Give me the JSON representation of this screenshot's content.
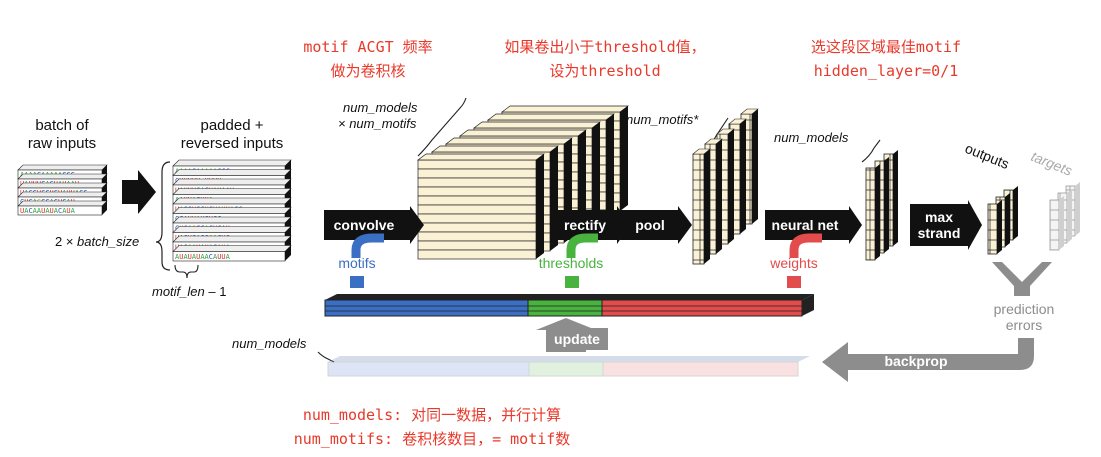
{
  "annotations": {
    "top1_l1": "motif ACGT 频率",
    "top1_l2": "做为卷积核",
    "top2_l1": "如果卷出小于threshold值，",
    "top2_l2": "设为threshold",
    "top3_l1": "选这段区域最佳motif",
    "top3_l2": "hidden_layer=0/1",
    "bottom_l1": "num_models: 对同一数据，并行计算",
    "bottom_l2": "num_motifs: 卷积核数目，= motif数"
  },
  "labels": {
    "batch_l1": "batch of",
    "batch_l2": "raw inputs",
    "padded_l1": "padded +",
    "padded_l2": "reversed inputs",
    "batch_size_prefix": "2 × ",
    "batch_size_var": "batch_size",
    "motif_len": "motif_len",
    "motif_len_suffix": " – 1",
    "num_models_1": "num_models",
    "num_motifs_1": "× num_motifs",
    "num_motifs_star": "num_motifs*",
    "num_models_2": "num_models",
    "outputs": "outputs",
    "targets": "targets",
    "num_models_3": "num_models",
    "prediction_l1": "prediction",
    "prediction_l2": "errors"
  },
  "steps": {
    "convolve": "convolve",
    "rectify": "rectify",
    "pool": "pool",
    "neural_net": "neural net",
    "max_l1": "max",
    "max_l2": "strand",
    "update": "update",
    "backprop": "backprop"
  },
  "params": {
    "motifs": "motifs",
    "thresholds": "thresholds",
    "weights": "weights"
  },
  "sequences": {
    "raw": [
      "AAAACAAAAACCC",
      "UAUUUCACUAUAAU",
      "UACCUCCUCUAUUACC",
      "CUCAGCCACUCAU",
      "UACAAUAUACAUA"
    ],
    "padded": [
      "AAAACAAAAACCC",
      "CUUUUU.UUUU",
      "UAUUUCACUAUAAU",
      "AAUUACUUA.",
      "UACCUCCUCUAUUACC",
      "CCAUUAUCUCC",
      "CUCAGCCACUCAU",
      "UACUCACCGACUC",
      "UACAAUAUACAUA",
      "AUAUAUAACAUUA"
    ]
  },
  "colors": {
    "motifs": "#3a6fc4",
    "thresholds": "#49b33f",
    "weights": "#e24c4c",
    "annotation": "#e8392b",
    "gray": "#8d8d8d"
  }
}
